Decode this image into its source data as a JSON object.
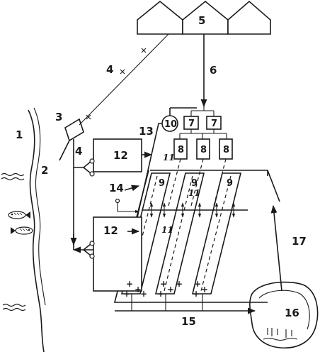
{
  "labels": {
    "n1": "1",
    "n2": "2",
    "n3": "3",
    "n4a": "4",
    "n4b": "4",
    "n5": "5",
    "n6": "6",
    "n7a": "7",
    "n7b": "7",
    "n8a": "8",
    "n8b": "8",
    "n8c": "8",
    "n9a": "9",
    "n9b": "9",
    "n9c": "9",
    "n10": "10",
    "n11a": "11",
    "n11b": "11",
    "n11c": "11",
    "n12a": "12",
    "n12b": "12",
    "n13": "13",
    "n14": "14",
    "n15": "15",
    "n16": "16",
    "n17": "17"
  }
}
